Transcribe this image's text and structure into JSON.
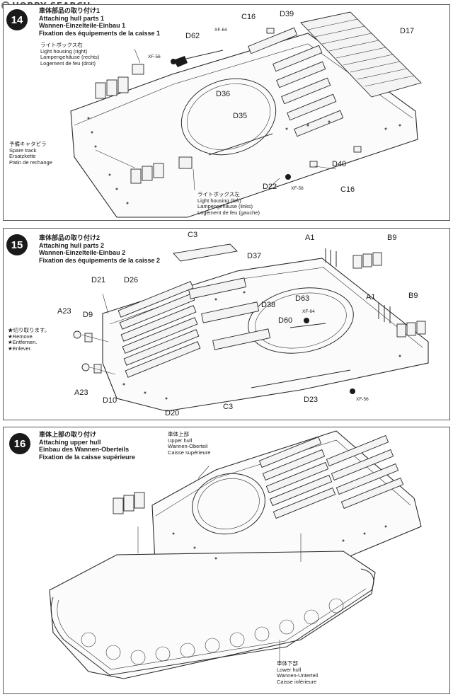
{
  "watermark": "HOBBY SEARCH",
  "steps": [
    {
      "number": "14",
      "title_jp": "車体部品の取り付け1",
      "title_en": "Attaching hull parts 1",
      "title_de": "Wannen-Einzelteile-Einbau 1",
      "title_fr": "Fixation des équipements de la caisse 1",
      "notes": {
        "light_right": [
          "ライトボックス右",
          "Light housing (right)",
          "Lampengehäuse (rechts)",
          "Logement de feu (droit)"
        ],
        "spare_track": [
          "予備キャタピラ",
          "Spare track",
          "Ersatzkette",
          "Patin de rechange"
        ],
        "light_left": [
          "ライトボックス左",
          "Light housing (left)",
          "Lampengehäuse (links)",
          "Logement de feu (gauche)"
        ]
      },
      "labels": {
        "c16_top": "C16",
        "d39": "D39",
        "d62": "D62",
        "xf64": "XF-64",
        "xf56_a": "XF-56",
        "d17": "D17",
        "d36": "D36",
        "d35": "D35",
        "d22": "D22",
        "xf56_b": "XF-56",
        "d40": "D40",
        "c16_bottom": "C16"
      }
    },
    {
      "number": "15",
      "title_jp": "車体部品の取り付け2",
      "title_en": "Attaching hull parts 2",
      "title_de": "Wannen-Einzelteile-Einbau 2",
      "title_fr": "Fixation des équipements de la caisse 2",
      "notes": {
        "remove": [
          "★切り取ります。",
          "★Remove.",
          "★Entfernen.",
          "★Enlever."
        ]
      },
      "labels": {
        "c3_top": "C3",
        "a1_top": "A1",
        "b9_top": "B9",
        "d37": "D37",
        "d21": "D21",
        "d26": "D26",
        "d38": "D38",
        "d63": "D63",
        "xf64": "XF-64",
        "d60": "D60",
        "a1_right": "A1",
        "b9_right": "B9",
        "a23_top": "A23",
        "d9": "D9",
        "a23_bottom": "A23",
        "d10": "D10",
        "d20": "D20",
        "c3_bottom": "C3",
        "d23": "D23",
        "xf56": "XF-56"
      }
    },
    {
      "number": "16",
      "title_jp": "車体上部の取り付け",
      "title_en": "Attaching upper hull",
      "title_de": "Einbau des Wannen-Oberteils",
      "title_fr": "Fixation de la caisse supérieure",
      "notes": {
        "upper_hull": [
          "車体上部",
          "Upper hull",
          "Wannen-Oberteil",
          "Caisse supérieure"
        ],
        "lower_hull": [
          "車体下部",
          "Lower hull",
          "Wannen-Unterteil",
          "Caisse inférieure"
        ]
      }
    }
  ]
}
